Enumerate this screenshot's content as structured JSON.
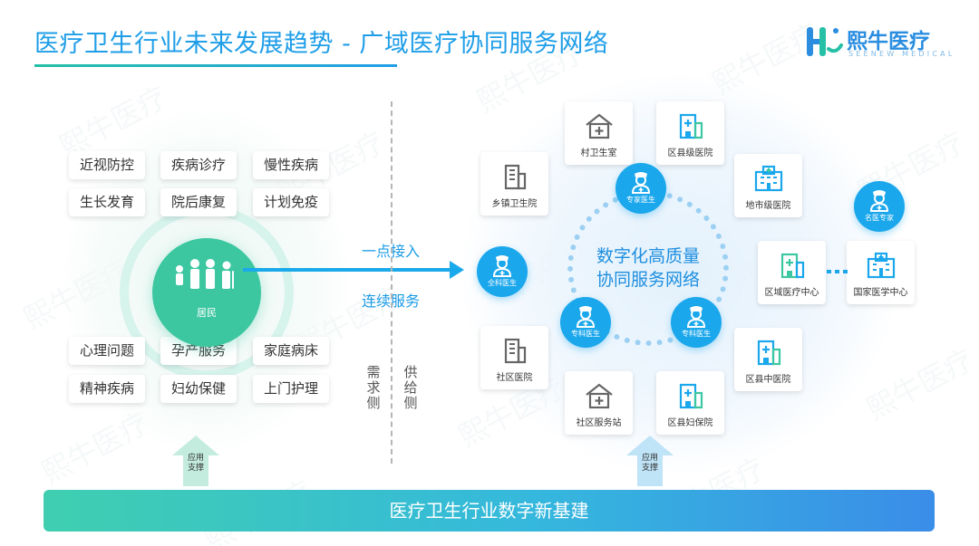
{
  "title": "医疗卫生行业未来发展趋势 - 广域医疗协同服务网络",
  "logo": {
    "text": "熙牛医疗",
    "sub": "SEENEW MEDICAL",
    "colors": {
      "primary": "#2a8de0",
      "accent": "#25c0a6"
    }
  },
  "watermark": "熙牛医疗",
  "demand": {
    "center_label": "居民",
    "side_label": "需求侧",
    "tags_top": [
      "近视防控",
      "疾病诊疗",
      "慢性疾病",
      "生长发育",
      "院后康复",
      "计划免疫"
    ],
    "tags_bottom": [
      "心理问题",
      "孕产服务",
      "家庭病床",
      "精神疾病",
      "妇幼保健",
      "上门护理"
    ]
  },
  "supply": {
    "side_label": "供给侧",
    "center_title_line1": "数字化高质量",
    "center_title_line2": "协同服务网络",
    "facilities": {
      "village_clinic": "村卫生室",
      "county_hospital": "区县级医院",
      "township_hospital": "乡镇卫生院",
      "city_hospital": "地市级医院",
      "regional_center": "区域医疗中心",
      "national_center": "国家医学中心",
      "community_hospital": "社区医院",
      "county_tcm_hospital": "区县中医院",
      "community_station": "社区服务站",
      "county_mch_hospital": "区县妇保院"
    },
    "doctors": {
      "expert": "专家医生",
      "gp": "全科医生",
      "specialist_left": "专科医生",
      "specialist_right": "专科医生",
      "famous": "名医专家"
    }
  },
  "arrow": {
    "top_label": "一点接入",
    "bottom_label": "连续服务",
    "color": "#1aa9ea"
  },
  "support_label_line1": "应用",
  "support_label_line2": "支撑",
  "base_bar": "医疗卫生行业数字新基建"
}
